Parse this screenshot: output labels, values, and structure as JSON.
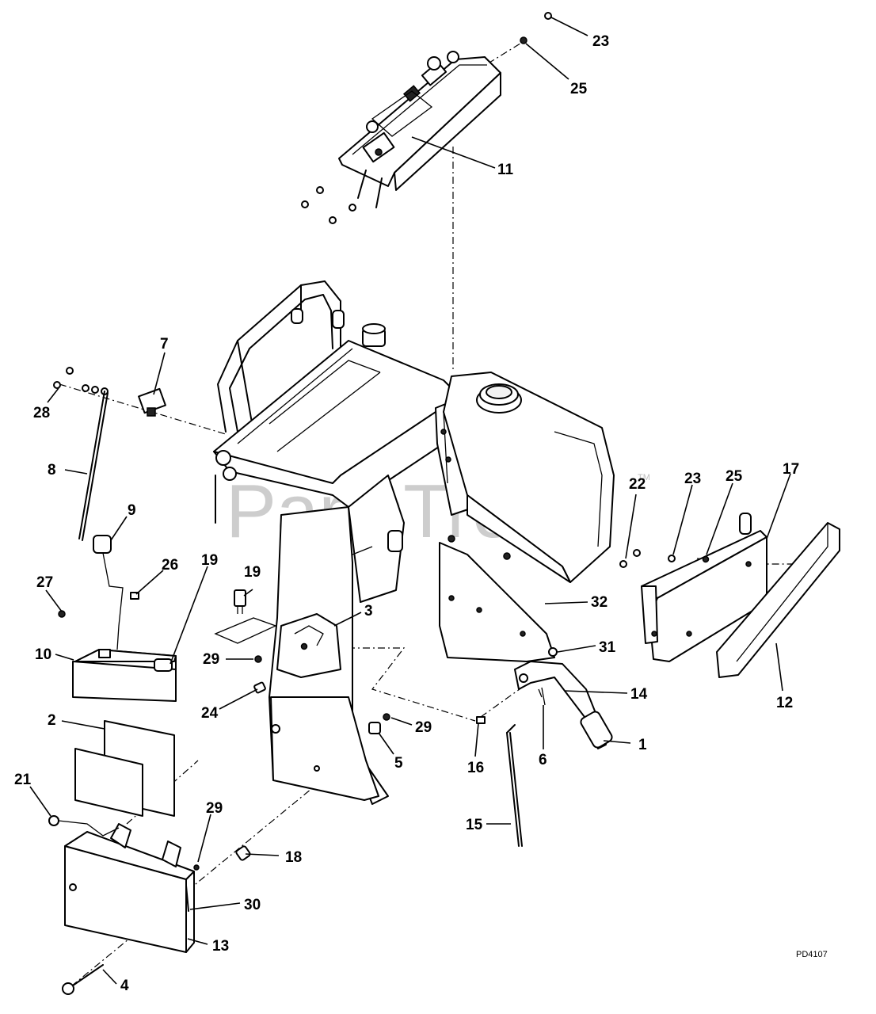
{
  "watermark": {
    "text": "PartsTree",
    "tm": "TM"
  },
  "drawing_code": "PD4107",
  "callouts": [
    {
      "id": "c23a",
      "label": "23"
    },
    {
      "id": "c25a",
      "label": "25"
    },
    {
      "id": "c11",
      "label": "11"
    },
    {
      "id": "c7",
      "label": "7"
    },
    {
      "id": "c28",
      "label": "28"
    },
    {
      "id": "c8",
      "label": "8"
    },
    {
      "id": "c9",
      "label": "9"
    },
    {
      "id": "c26",
      "label": "26"
    },
    {
      "id": "c19a",
      "label": "19"
    },
    {
      "id": "c27",
      "label": "27"
    },
    {
      "id": "c10",
      "label": "10"
    },
    {
      "id": "c2",
      "label": "2"
    },
    {
      "id": "c21",
      "label": "21"
    },
    {
      "id": "c29a",
      "label": "29"
    },
    {
      "id": "c30",
      "label": "30"
    },
    {
      "id": "c13",
      "label": "13"
    },
    {
      "id": "c4",
      "label": "4"
    },
    {
      "id": "c18",
      "label": "18"
    },
    {
      "id": "c19b",
      "label": "19"
    },
    {
      "id": "c29b",
      "label": "29"
    },
    {
      "id": "c24",
      "label": "24"
    },
    {
      "id": "c3",
      "label": "3"
    },
    {
      "id": "c29c",
      "label": "29"
    },
    {
      "id": "c5",
      "label": "5"
    },
    {
      "id": "c22",
      "label": "22"
    },
    {
      "id": "c32",
      "label": "32"
    },
    {
      "id": "c31",
      "label": "31"
    },
    {
      "id": "c14",
      "label": "14"
    },
    {
      "id": "c1",
      "label": "1"
    },
    {
      "id": "c16",
      "label": "16"
    },
    {
      "id": "c6",
      "label": "6"
    },
    {
      "id": "c15",
      "label": "15"
    },
    {
      "id": "c23b",
      "label": "23"
    },
    {
      "id": "c25b",
      "label": "25"
    },
    {
      "id": "c17",
      "label": "17"
    },
    {
      "id": "c12",
      "label": "12"
    }
  ]
}
